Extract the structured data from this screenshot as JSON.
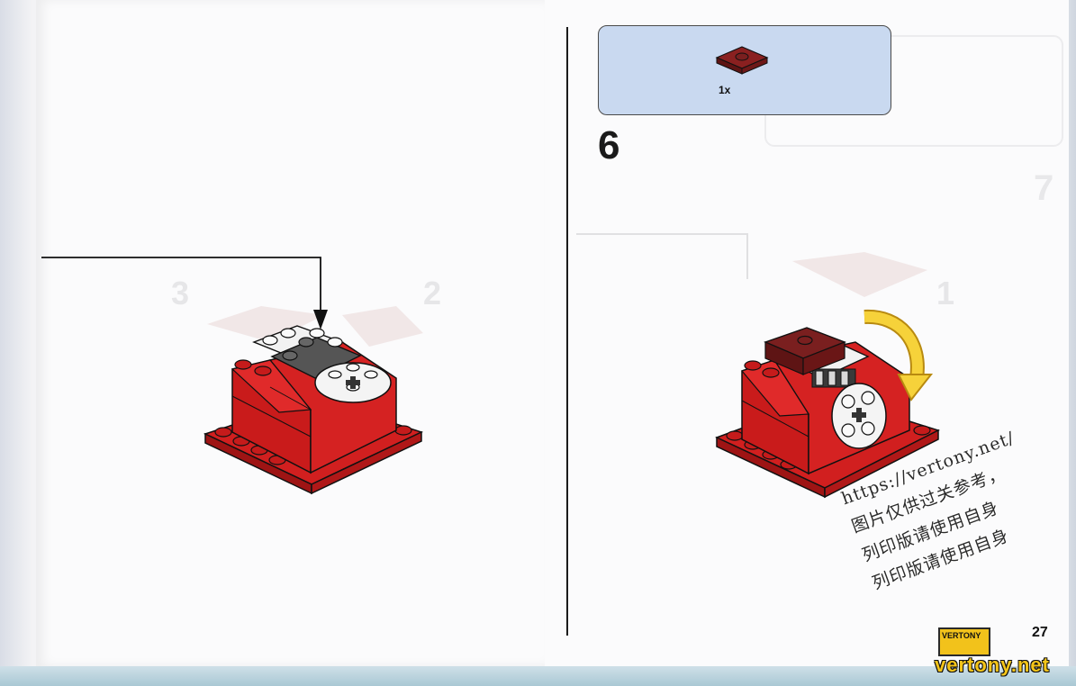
{
  "manual": {
    "step_number": "6",
    "page_number": "27",
    "parts_callout": {
      "quantity": "1x",
      "part_name": "dark-red-plate-2x2-with-center-stud",
      "part_color": "#7a1f1f"
    },
    "faded_step_numbers": [
      "3",
      "2",
      "1",
      "7"
    ],
    "colors": {
      "brick_red": "#d11f1f",
      "dark_red": "#7a1f1f",
      "white": "#f4f4f4",
      "dark_gray": "#4a4a4a",
      "arrow_yellow": "#f6d23a",
      "callout_blue": "#c9d9f0"
    }
  },
  "watermark": {
    "lines": [
      "https://vertony.net/",
      "图片仅供过关参考，",
      "列印版请使用自身",
      "列印版请使用自身"
    ],
    "logo_label": "VERTONY",
    "site_text": "vertony.net"
  },
  "icons": [
    "rotation-arrow-icon",
    "pointer-arrow-icon"
  ]
}
